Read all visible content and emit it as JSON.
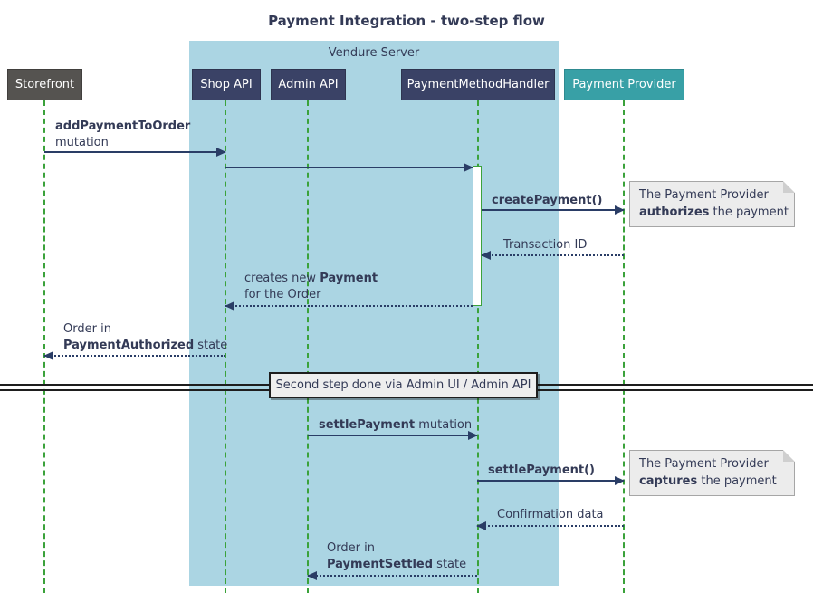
{
  "title": "Payment Integration - two-step flow",
  "container": {
    "label": "Vendure Server"
  },
  "participants": [
    {
      "name": "Storefront"
    },
    {
      "name": "Shop API"
    },
    {
      "name": "Admin API"
    },
    {
      "name": "PaymentMethodHandler"
    },
    {
      "name": "Payment Provider"
    }
  ],
  "messages": {
    "m1": {
      "bold": "addPaymentToOrder",
      "rest": "mutation"
    },
    "m3": {
      "bold": "createPayment()"
    },
    "m4": {
      "text": "Transaction ID"
    },
    "m5": {
      "pre": "creates new ",
      "bold": "Payment",
      "line2": "for the Order"
    },
    "m6": {
      "line1": "Order in",
      "bold": "PaymentAuthorized",
      "rest": " state"
    },
    "m7": {
      "bold": "settlePayment",
      "rest": " mutation"
    },
    "m8": {
      "bold": "settlePayment()"
    },
    "m9": {
      "text": "Confirmation data"
    },
    "m10": {
      "line1": "Order in",
      "bold": "PaymentSettled",
      "rest": " state"
    }
  },
  "notes": {
    "authorize": {
      "line1": "The Payment Provider",
      "bold": "authorizes",
      "rest": " the payment"
    },
    "capture": {
      "line1": "The Payment Provider",
      "bold": "captures",
      "rest": " the payment"
    }
  },
  "divider": {
    "label": "Second step done via Admin UI / Admin API"
  },
  "colors": {
    "container-blue": "#ABD5E3",
    "participant-navy": "#3A4266",
    "storefront-gray": "#555350",
    "provider-teal": "#38A0A6",
    "lifeline-green": "#3BA23B",
    "ink-navy": "#333A56",
    "arrow-navy": "#2A3D66",
    "note-gray": "#ECECEC"
  }
}
